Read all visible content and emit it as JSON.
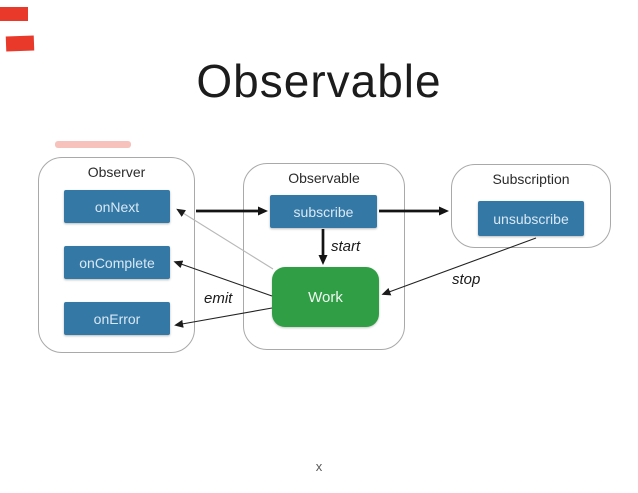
{
  "page": {
    "title": "Observable",
    "footer_mark": "x"
  },
  "colors": {
    "button_blue": "#3478a6",
    "work_green": "#2f9e44",
    "border_gray": "#a9a9a9",
    "arrow_black": "#141414",
    "artifact_red": "#e8392b"
  },
  "groups": {
    "observer": {
      "label": "Observer",
      "buttons": [
        "onNext",
        "onComplete",
        "onError"
      ]
    },
    "observable": {
      "label": "Observable",
      "subscribe_button": "subscribe",
      "work_label": "Work"
    },
    "subscription": {
      "label": "Subscription",
      "unsubscribe_button": "unsubscribe"
    }
  },
  "edge_labels": {
    "start": "start",
    "emit": "emit",
    "stop": "stop"
  }
}
